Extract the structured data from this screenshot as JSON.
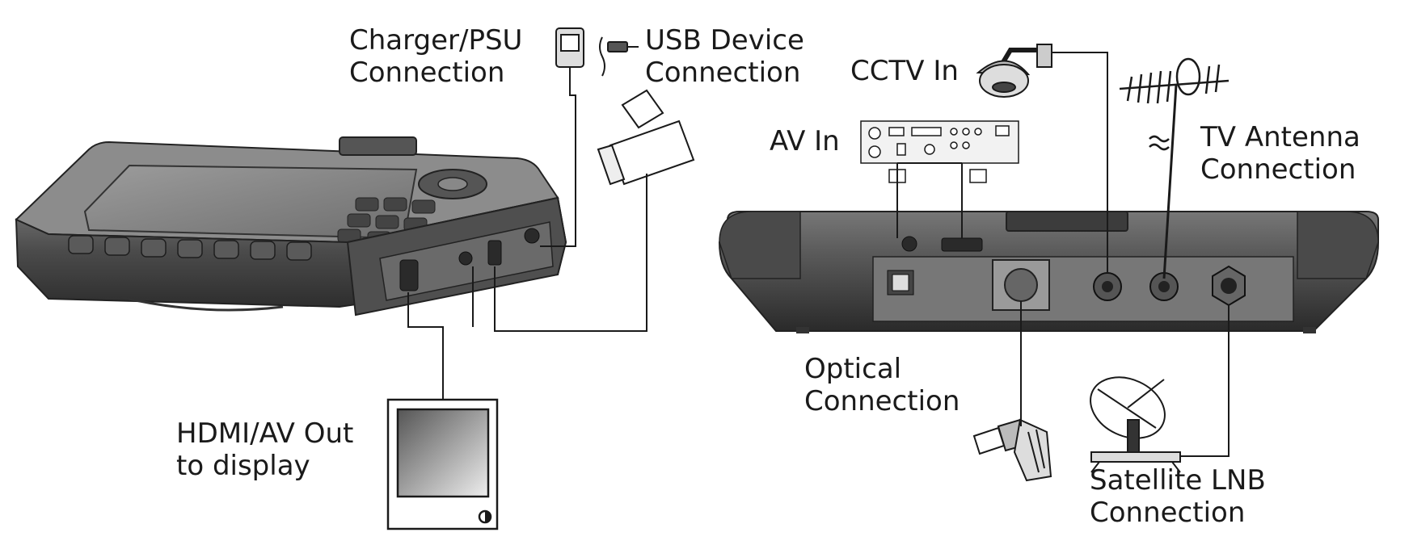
{
  "labels": {
    "charger": [
      "Charger/PSU",
      "Connection"
    ],
    "usb": [
      "USB Device",
      "Connection"
    ],
    "cctv": [
      "CCTV In"
    ],
    "av_in": [
      "AV In"
    ],
    "tv_antenna": [
      "TV Antenna",
      "Connection"
    ],
    "optical": [
      "Optical",
      "Connection"
    ],
    "hdmi_av_out": [
      "HDMI/AV Out",
      "to display"
    ],
    "satellite": [
      "Satellite LNB",
      "Connection"
    ]
  },
  "colors": {
    "line": "#1a1a1a",
    "device_dark": "#3c3c3c",
    "device_mid": "#6b6b6b",
    "device_light": "#9a9a9a",
    "screen": "#8a8a8a"
  },
  "icons": [
    "charger-icon",
    "usb-stick-icon",
    "sd-card-icon",
    "cctv-camera-icon",
    "av-receiver-icon",
    "tv-antenna-icon",
    "monitor-icon",
    "optical-connector-icon",
    "satellite-dish-icon"
  ]
}
